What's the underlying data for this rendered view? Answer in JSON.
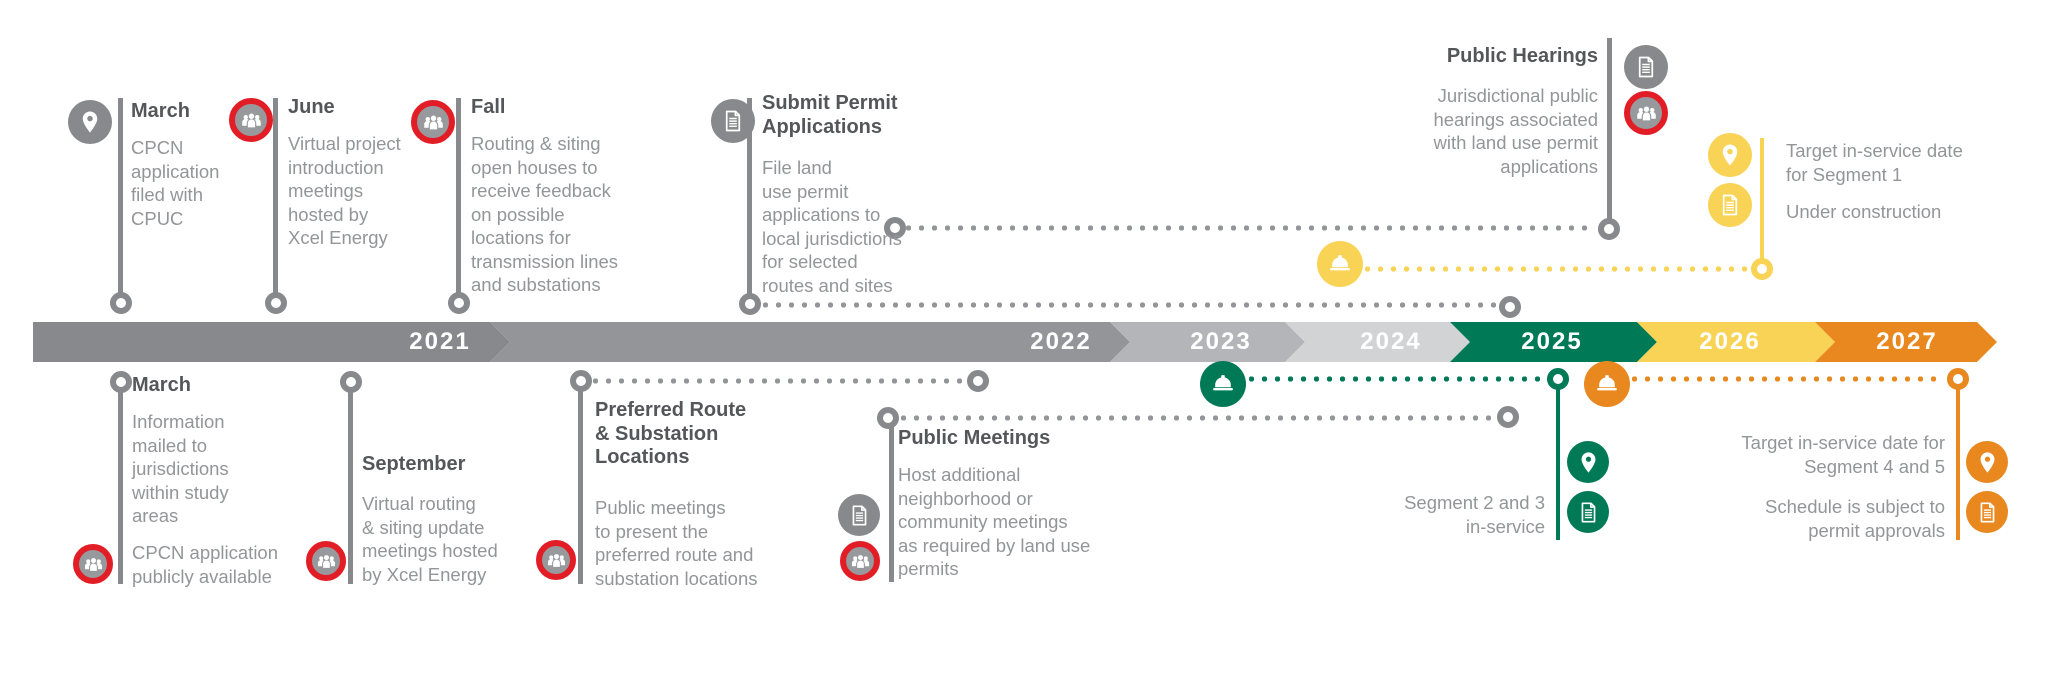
{
  "colors": {
    "band_2021": "#87898c",
    "band_2022": "#939598",
    "band_2023": "#b3b5b8",
    "band_2024": "#d2d3d5",
    "green": "#007a56",
    "yellow": "#f8d355",
    "orange": "#e8881f",
    "red": "#e21d25",
    "icon_gray": "#87898c",
    "people_bg": "#97999c",
    "line_gray": "#87898c",
    "dot_gray": "#939598",
    "title_text": "#55565a",
    "body_text": "#939598",
    "year_text": "#ffffff"
  },
  "icon_legend": {
    "location_pin": "map location pin",
    "document": "permit document page",
    "people_group": "public meeting group (red ring)",
    "hard_hat": "construction hard hat"
  },
  "timeline": {
    "years": [
      {
        "label": "2021",
        "color": "#87898c"
      },
      {
        "label": "2022",
        "color": "#939598"
      },
      {
        "label": "2023",
        "color": "#b3b5b8"
      },
      {
        "label": "2024",
        "color": "#d2d3d5"
      },
      {
        "label": "2025",
        "color": "#007a56"
      },
      {
        "label": "2026",
        "color": "#f8d355"
      },
      {
        "label": "2027",
        "color": "#e8881f"
      }
    ]
  },
  "above": {
    "march": {
      "title": "March",
      "body": "CPCN\napplication\nfiled with\nCPUC"
    },
    "june": {
      "title": "June",
      "body": "Virtual project\nintroduction\nmeetings\nhosted by\nXcel Energy"
    },
    "fall": {
      "title": "Fall",
      "body": "Routing & siting\nopen houses to\nreceive feedback\non possible\nlocations for\ntransmission lines\nand substations"
    },
    "submit": {
      "title": "Submit Permit\nApplications",
      "body": "File land\nuse permit\napplications to\nlocal jurisdictions\nfor selected\nroutes and sites"
    },
    "hearings": {
      "title": "Public Hearings",
      "body": "Jurisdictional public\nhearings associated\nwith land use permit\napplications"
    },
    "segment1": {
      "line1": "Target in-service date\nfor Segment 1",
      "line2": "Under construction"
    }
  },
  "below": {
    "march": {
      "title": "March",
      "body": "Information\nmailed to\njurisdictions\nwithin study\nareas",
      "body2": "CPCN application\npublicly available"
    },
    "september": {
      "title": "September",
      "body": "Virtual routing\n& siting update\nmeetings hosted\nby Xcel Energy"
    },
    "preferred": {
      "title": "Preferred Route\n& Substation\nLocations",
      "body": "Public meetings\nto present the\npreferred route and\nsubstation locations"
    },
    "meetings": {
      "title": "Public Meetings",
      "body": "Host additional\nneighborhood or\ncommunity meetings\nas required by land use\npermits"
    },
    "segment23": {
      "text": "Segment 2 and 3\nin-service"
    },
    "segment45": {
      "line1": "Target in-service date for\nSegment 4 and 5",
      "line2": "Schedule is subject to\npermit approvals"
    }
  }
}
